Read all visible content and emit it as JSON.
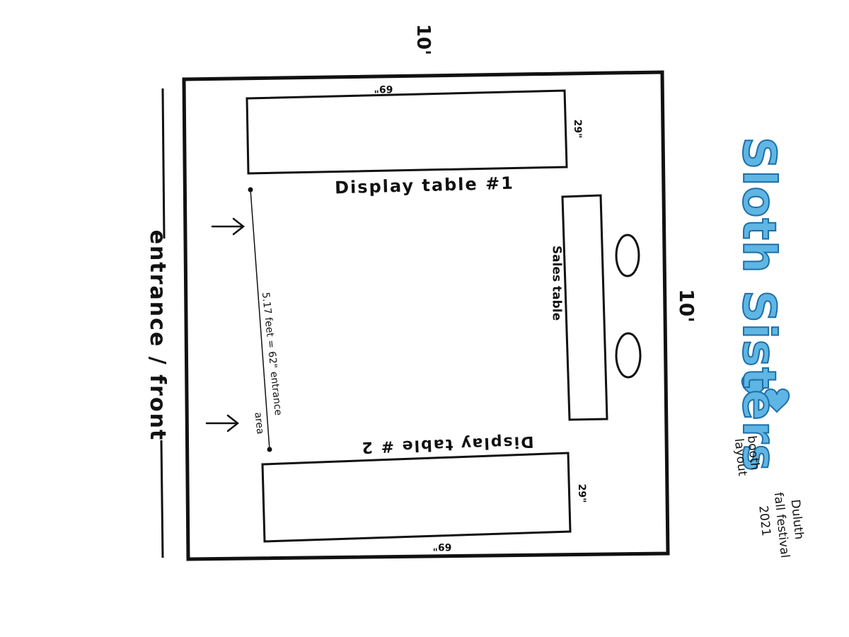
{
  "dimensions": {
    "top": "10'",
    "right": "10'"
  },
  "tables": {
    "display1": {
      "label": "Display table #1",
      "width": "69\"",
      "depth": "29\""
    },
    "display2": {
      "label": "Display table # 2",
      "width": "69\"",
      "depth": "29\""
    },
    "sales": {
      "label": "Sales table"
    }
  },
  "entrance": {
    "label": "entrance / front",
    "measure_line1": "5.17 feet = 62\" entrance",
    "measure_line2": "area"
  },
  "branding": {
    "logo": "Sloth Sisters",
    "subtitle_line1": "booth",
    "subtitle_line2": "layout",
    "event_line1": "Duluth",
    "event_line2": "fall festival",
    "event_line3": "2021"
  },
  "colors": {
    "ink": "#111111",
    "logo_fill": "#5fb5e3",
    "logo_outline": "#1d6fa8",
    "background": "#ffffff"
  },
  "icons": [
    "arrow-right-icon",
    "heart-icon",
    "chair-icon"
  ]
}
